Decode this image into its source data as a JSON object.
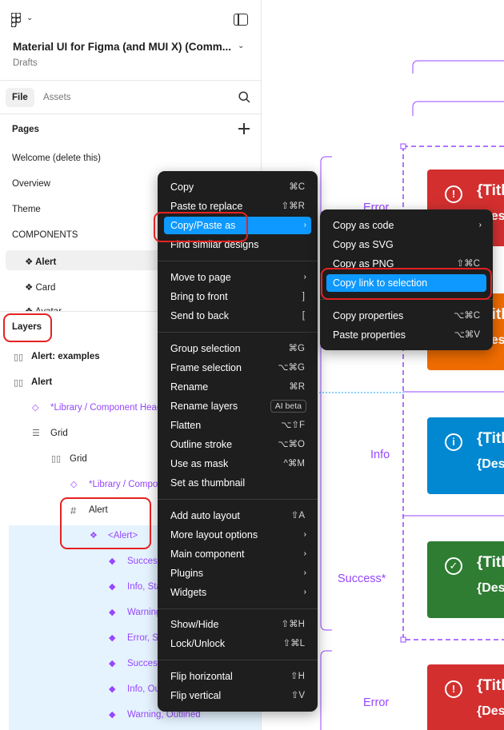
{
  "sidebar": {
    "file_title": "Material UI for Figma (and MUI X) (Comm...",
    "file_location": "Drafts",
    "tabs": [
      {
        "label": "File"
      },
      {
        "label": "Assets"
      }
    ],
    "pages_title": "Pages",
    "pages": [
      {
        "label": "Welcome (delete this)"
      },
      {
        "label": "Overview"
      },
      {
        "label": "Theme"
      },
      {
        "label": "COMPONENTS"
      },
      {
        "label": "❖ Alert"
      },
      {
        "label": "❖ Card"
      },
      {
        "label": "❖ Avatar"
      }
    ],
    "layers_title": "Layers",
    "layers": [
      {
        "label": "Alert: examples"
      },
      {
        "label": "Alert"
      },
      {
        "label": "*Library / Component Header"
      },
      {
        "label": "Grid"
      },
      {
        "label": "Grid"
      },
      {
        "label": "*Library / Component Header"
      },
      {
        "label": "Alert"
      },
      {
        "label": "<Alert>"
      },
      {
        "label": "Success, Standard"
      },
      {
        "label": "Info, Standard"
      },
      {
        "label": "Warning, Standard"
      },
      {
        "label": "Error, Standard"
      },
      {
        "label": "Success, Outlined"
      },
      {
        "label": "Info, Outlined"
      },
      {
        "label": "Warning, Outlined"
      }
    ]
  },
  "canvas": {
    "group_labels": [
      "Error",
      "Info",
      "Success*",
      "Error"
    ],
    "alert_title": "{Title}",
    "alert_desc": "{Description}",
    "colors": {
      "error": "#d32f2f",
      "warning": "#ef6c00",
      "info": "#0288d1",
      "success": "#2e7d32",
      "frame": "#9747ff"
    }
  },
  "context_menu": {
    "groups": [
      [
        {
          "label": "Copy",
          "shortcut": "⌘C"
        },
        {
          "label": "Paste to replace",
          "shortcut": "⇧⌘R"
        },
        {
          "label": "Copy/Paste as",
          "shortcut": "›"
        },
        {
          "label": "Find similar designs",
          "shortcut": ""
        }
      ],
      [
        {
          "label": "Move to page",
          "shortcut": "›"
        },
        {
          "label": "Bring to front",
          "shortcut": "]"
        },
        {
          "label": "Send to back",
          "shortcut": "["
        }
      ],
      [
        {
          "label": "Group selection",
          "shortcut": "⌘G"
        },
        {
          "label": "Frame selection",
          "shortcut": "⌥⌘G"
        },
        {
          "label": "Rename",
          "shortcut": "⌘R"
        },
        {
          "label": "Rename layers",
          "shortcut": "AI beta"
        },
        {
          "label": "Flatten",
          "shortcut": "⌥⇧F"
        },
        {
          "label": "Outline stroke",
          "shortcut": "⌥⌘O"
        },
        {
          "label": "Use as mask",
          "shortcut": "^⌘M"
        },
        {
          "label": "Set as thumbnail",
          "shortcut": ""
        }
      ],
      [
        {
          "label": "Add auto layout",
          "shortcut": "⇧A"
        },
        {
          "label": "More layout options",
          "shortcut": "›"
        },
        {
          "label": "Main component",
          "shortcut": "›"
        },
        {
          "label": "Plugins",
          "shortcut": "›"
        },
        {
          "label": "Widgets",
          "shortcut": "›"
        }
      ],
      [
        {
          "label": "Show/Hide",
          "shortcut": "⇧⌘H"
        },
        {
          "label": "Lock/Unlock",
          "shortcut": "⇧⌘L"
        }
      ],
      [
        {
          "label": "Flip horizontal",
          "shortcut": "⇧H"
        },
        {
          "label": "Flip vertical",
          "shortcut": "⇧V"
        }
      ]
    ]
  },
  "submenu": {
    "groups": [
      [
        {
          "label": "Copy as code",
          "shortcut": "›"
        },
        {
          "label": "Copy as SVG",
          "shortcut": ""
        },
        {
          "label": "Copy as PNG",
          "shortcut": "⇧⌘C"
        },
        {
          "label": "Copy link to selection",
          "shortcut": ""
        }
      ],
      [
        {
          "label": "Copy properties",
          "shortcut": "⌥⌘C"
        },
        {
          "label": "Paste properties",
          "shortcut": "⌥⌘V"
        }
      ]
    ]
  }
}
